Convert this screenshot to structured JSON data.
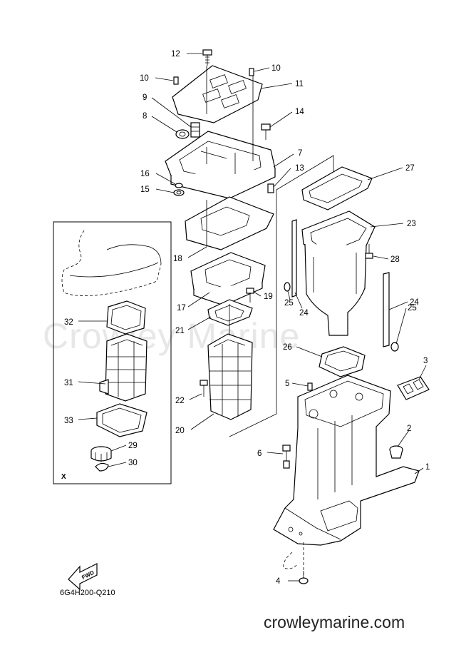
{
  "diagram": {
    "drawing_code": "6G4H200-Q210",
    "watermark": "Crowley Marine",
    "site_url": "crowleymarine.com",
    "fwd_label": "FWD",
    "inset_label": "X"
  },
  "callouts": {
    "c1": "1",
    "c2": "2",
    "c3": "3",
    "c4": "4",
    "c5": "5",
    "c6": "6",
    "c7": "7",
    "c8": "8",
    "c9": "9",
    "c10a": "10",
    "c10b": "10",
    "c11": "11",
    "c12": "12",
    "c13": "13",
    "c14": "14",
    "c15": "15",
    "c16": "16",
    "c17": "17",
    "c18": "18",
    "c19": "19",
    "c20": "20",
    "c21": "21",
    "c22": "22",
    "c23": "23",
    "c24a": "24",
    "c24b": "24",
    "c25a": "25",
    "c25b": "25",
    "c26": "26",
    "c27": "27",
    "c28": "28",
    "c29": "29",
    "c30": "30",
    "c31": "31",
    "c32": "32",
    "c33": "33"
  }
}
